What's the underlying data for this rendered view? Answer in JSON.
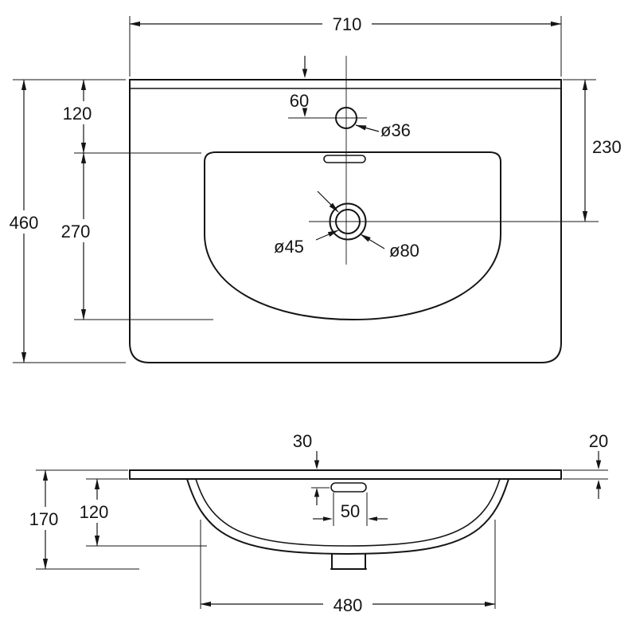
{
  "drawing": {
    "type": "washbasin-dimension-drawing",
    "line_color": "#151515",
    "background": "#ffffff"
  },
  "views": {
    "top": {
      "overall_width": "710",
      "overall_depth": "460",
      "edge_to_basin": "120",
      "basin_length": "270",
      "edge_to_drain": "230",
      "edge_to_faucet": "60",
      "faucet_hole": "ø36",
      "drain_inner": "ø45",
      "drain_outer": "ø80"
    },
    "front": {
      "overflow_offset": "30",
      "top_thickness": "20",
      "overall_height": "170",
      "basin_depth": "120",
      "overflow_width": "50",
      "basin_width": "480"
    }
  }
}
